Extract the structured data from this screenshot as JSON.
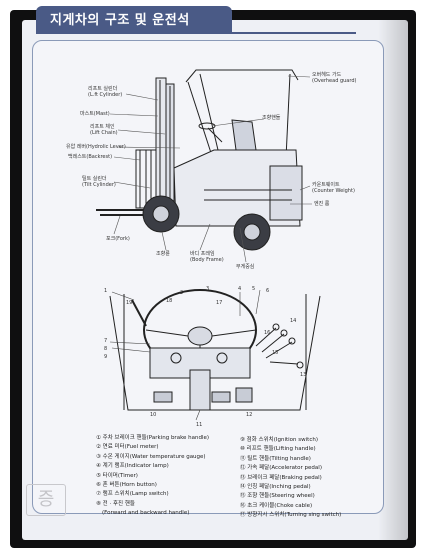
{
  "title": "지게차의 구조 및 운전석",
  "top_left_labels": [
    {
      "lines": [
        "리프트 실린더",
        "(L.ft Cylinder)"
      ]
    },
    {
      "lines": [
        "마스트(Mast)"
      ]
    },
    {
      "lines": [
        "리프트 체인",
        "(Lift Chain)"
      ]
    },
    {
      "lines": [
        "유압 레버(Hydrolic Lever)"
      ]
    },
    {
      "lines": [
        "백레스트(Backrest)"
      ]
    },
    {
      "lines": [
        "틸트 실린더",
        "(Tilt Cylinder)"
      ]
    },
    {
      "lines": [
        "포크(Fork)"
      ]
    }
  ],
  "top_right_labels": [
    {
      "lines": [
        "오버헤드 가드",
        "(Overhead guard)"
      ]
    },
    {
      "lines": [
        "조향핸들"
      ]
    },
    {
      "lines": [
        "카운트웨이트",
        "(Counter Weight)"
      ]
    },
    {
      "lines": [
        "엔진 룸"
      ]
    }
  ],
  "bottom_labels": [
    {
      "lines": [
        "조향륜"
      ]
    },
    {
      "lines": [
        "바디 프레임",
        "(Body Frame)"
      ]
    },
    {
      "lines": [
        "무게중심"
      ]
    }
  ],
  "callout_numbers": [
    "1",
    "2",
    "3",
    "4",
    "5",
    "6",
    "7",
    "8",
    "9",
    "10",
    "11",
    "12",
    "13",
    "14",
    "15",
    "16",
    "17",
    "18",
    "19"
  ],
  "legend_left": [
    "① 주차 브레이크 핸들(Parking brake handle)",
    "② 연료 미터(Fuel meter)",
    "③ 수온 게이지(Water temperature gauge)",
    "④ 계기 램프(Indicator lamp)",
    "⑤ 타이머(Timer)",
    "⑥ 혼 버튼(Horn button)",
    "⑦ 램프 스위치(Lamp switch)",
    "⑧ 전 · 후진 핸들",
    "(Forward and backward handle)"
  ],
  "legend_right": [
    "⑨ 점화 스위치(Ignition switch)",
    "⑩ 리프트 핸들(Lifting handle)",
    "⑪ 틸트 핸들(Tilting handle)",
    "⑫ 가속 페달(Accelerator pedal)",
    "⑬ 브레이크 페달(Braking pedal)",
    "⑭ 인칭 페달(Inching pedal)",
    "⑮ 조향 핸들(Steering wheel)",
    "⑯ 초크 케이블(Choke cable)",
    "⑰ 방향지시 스위치(Turning sing switch)"
  ],
  "stamp_text": "증"
}
